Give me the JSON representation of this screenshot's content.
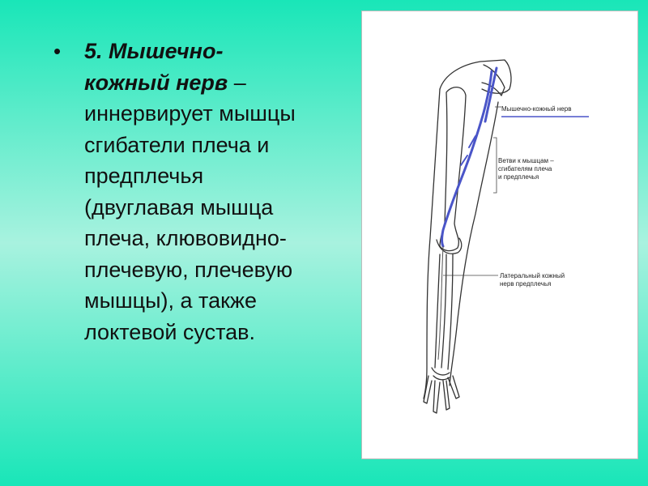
{
  "text": {
    "bullet": "•",
    "heading_line1": "5. Мышечно-",
    "heading_line2": "кожный нерв",
    "dash": " –",
    "body_lines": [
      "иннервирует мышцы",
      "сгибатели плеча и",
      "предплечья",
      "(двуглавая мышца",
      "плеча, клювовидно-",
      "плечевую, плечевую",
      "мышцы), а также",
      "локтевой сустав."
    ]
  },
  "diagram": {
    "nerve_color": "#4a55c8",
    "labels": {
      "nerve": "Мышечно-кожный нерв",
      "branches_line1": "Ветви к мышцам –",
      "branches_line2": "сгибателям плеча",
      "branches_line3": "и предплечья",
      "lateral_line1": "Латеральный кожный",
      "lateral_line2": "нерв предплечья"
    }
  }
}
